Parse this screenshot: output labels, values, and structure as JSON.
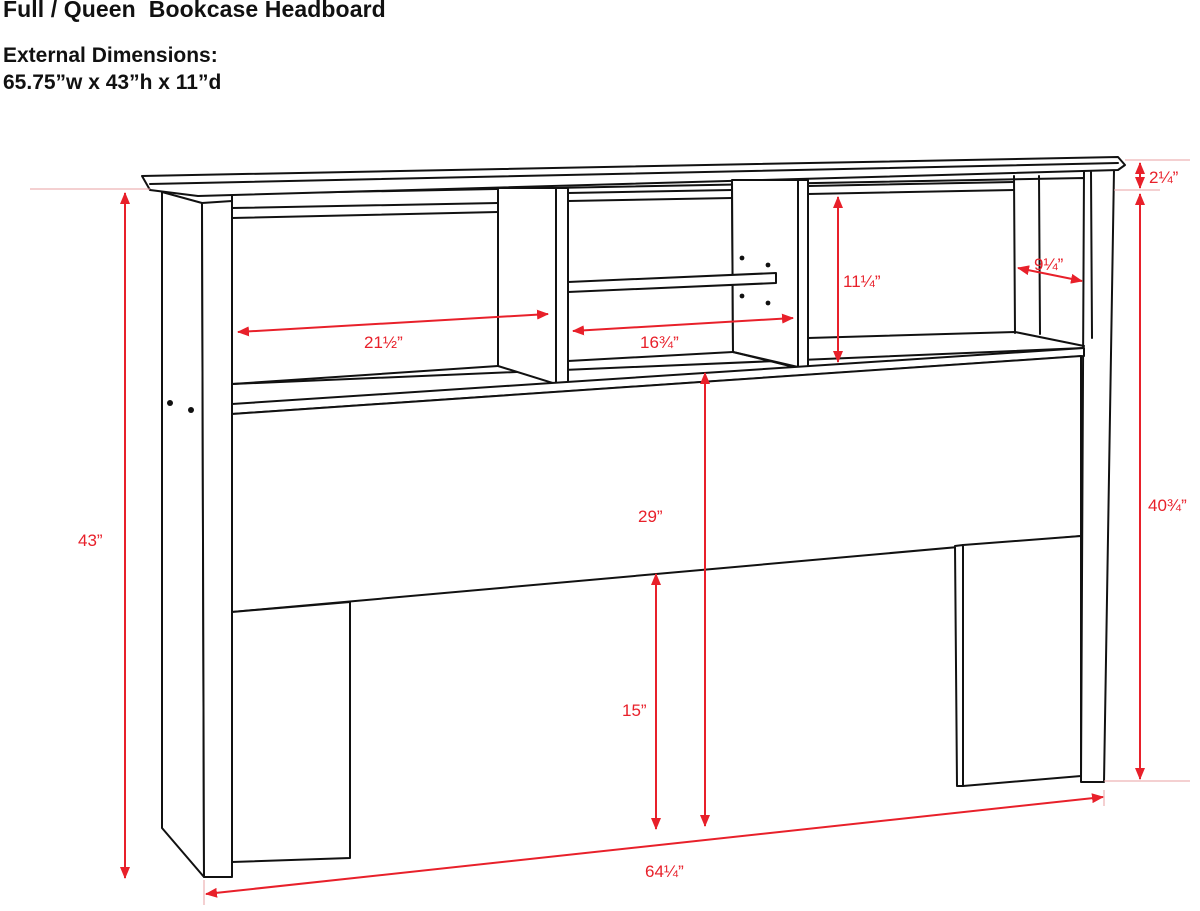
{
  "header": {
    "title": "Full / Queen  Bookcase Headboard",
    "subtitle_line1": "External Dimensions:",
    "subtitle_line2": "65.75”w x 43”h x 11”d"
  },
  "dimensions": {
    "overall_height": "43”",
    "top_thickness": "2¼”",
    "leg_height": "40¾”",
    "left_compartment_width": "21½”",
    "center_compartment_width": "16¾”",
    "shelf_height": "11¼”",
    "shelf_depth": "9¼”",
    "bookcase_bottom_height": "29”",
    "panel_bottom_height": "15”",
    "overall_width": "64¼”"
  },
  "colors": {
    "dimension": "#e8202a",
    "outline": "#111111",
    "extension": "#e9a0a3"
  }
}
